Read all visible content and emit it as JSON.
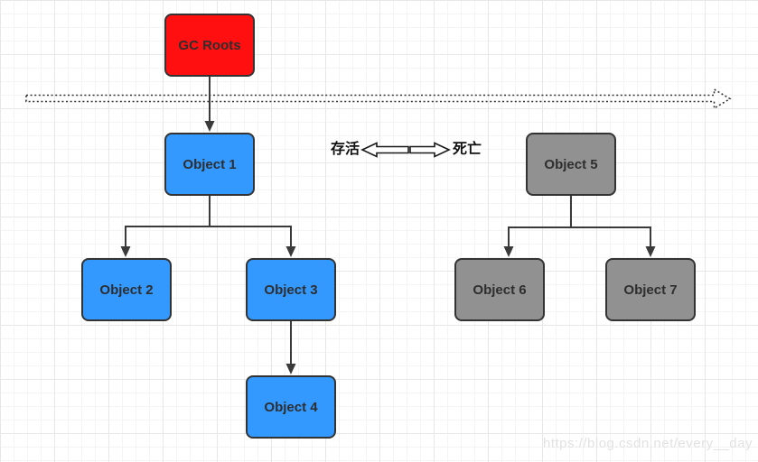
{
  "diagram": {
    "nodes": {
      "gc_roots": {
        "label": "GC Roots",
        "role": "root",
        "fill": "#ff0f0f"
      },
      "object1": {
        "label": "Object 1",
        "role": "reachable",
        "fill": "#3399ff"
      },
      "object2": {
        "label": "Object 2",
        "role": "reachable",
        "fill": "#3399ff"
      },
      "object3": {
        "label": "Object 3",
        "role": "reachable",
        "fill": "#3399ff"
      },
      "object4": {
        "label": "Object 4",
        "role": "reachable",
        "fill": "#3399ff"
      },
      "object5": {
        "label": "Object 5",
        "role": "unreachable",
        "fill": "#919191"
      },
      "object6": {
        "label": "Object 6",
        "role": "unreachable",
        "fill": "#919191"
      },
      "object7": {
        "label": "Object 7",
        "role": "unreachable",
        "fill": "#919191"
      }
    },
    "edges": [
      {
        "from": "gc_roots",
        "to": "object1"
      },
      {
        "from": "object1",
        "to": "object2"
      },
      {
        "from": "object1",
        "to": "object3"
      },
      {
        "from": "object3",
        "to": "object4"
      },
      {
        "from": "object5",
        "to": "object6"
      },
      {
        "from": "object5",
        "to": "object7"
      }
    ],
    "legend": {
      "alive_label": "存活",
      "dead_label": "死亡"
    },
    "boundary": {
      "type": "dotted-arrow",
      "direction": "right"
    },
    "colors": {
      "root_fill": "#ff0f0f",
      "reachable_fill": "#3399ff",
      "unreachable_fill": "#919191",
      "border": "#333333",
      "connector": "#3a3a3a",
      "grid_minor": "#f4f4f4",
      "grid_major": "#e7e7e7",
      "watermark": "#e2e2e2"
    },
    "watermark": "https://blog.csdn.net/every__day"
  }
}
